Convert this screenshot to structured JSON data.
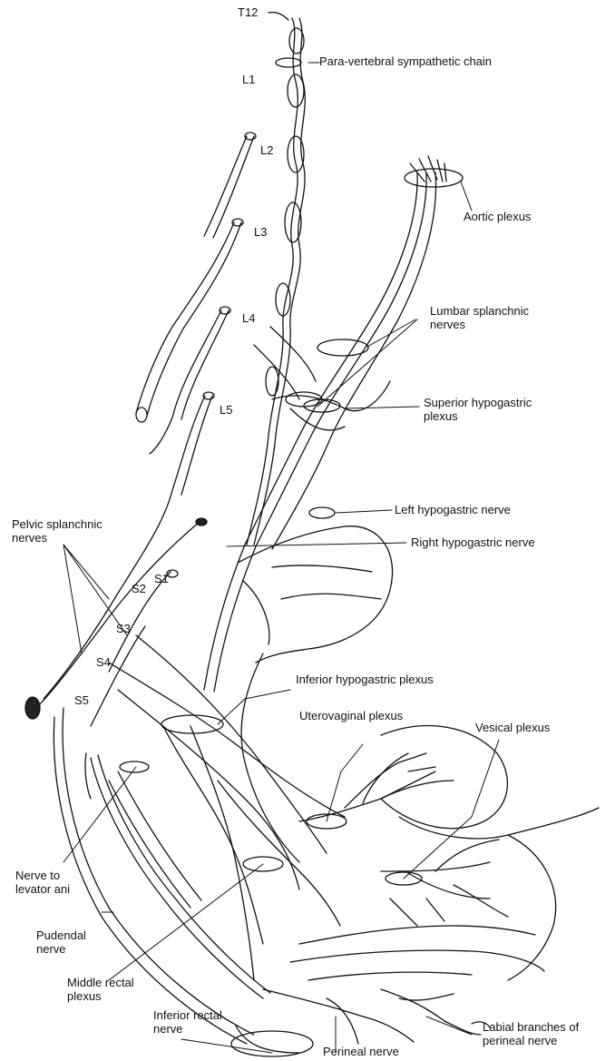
{
  "diagram": {
    "segments": {
      "t12": "T12",
      "l1": "L1",
      "l2": "L2",
      "l3": "L3",
      "l4": "L4",
      "l5": "L5",
      "s1": "S1",
      "s2": "S2",
      "s3": "S3",
      "s4": "S4",
      "s5": "S5"
    },
    "labels": {
      "paravertebral_chain": "Para-vertebral sympathetic chain",
      "aortic_plexus": "Aortic plexus",
      "lumbar_splanchnic": "Lumbar splanchnic\nnerves",
      "superior_hypogastric": "Superior hypogastric\nplexus",
      "left_hypogastric": "Left hypogastric nerve",
      "right_hypogastric": "Right hypogastric nerve",
      "pelvic_splanchnic": "Pelvic splanchnic\nnerves",
      "inferior_hypogastric": "Inferior hypogastric plexus",
      "uterovaginal": "Uterovaginal plexus",
      "vesical": "Vesical plexus",
      "nerve_levator": "Nerve to\nlevator ani",
      "pudendal": "Pudendal\nnerve",
      "middle_rectal": "Middle rectal\nplexus",
      "inferior_rectal": "Inferior rectal\nnerve",
      "perineal": "Perineal nerve",
      "labial_branches": "Labial branches of\nperineal nerve"
    }
  }
}
